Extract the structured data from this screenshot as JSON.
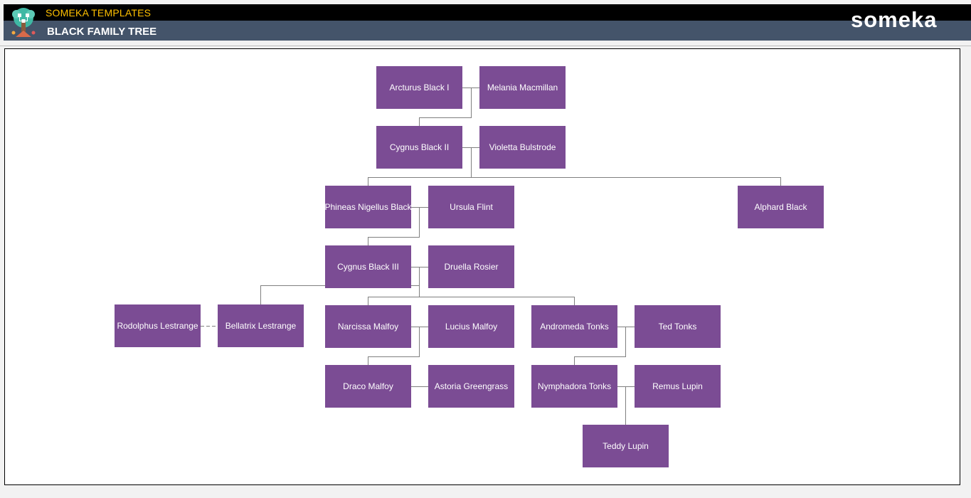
{
  "header": {
    "templates_label": "SOMEKA TEMPLATES",
    "title": "BLACK FAMILY TREE",
    "brand": "someka",
    "logo_icon": "family-tree-icon",
    "top_bar_color": "#000000",
    "title_bar_color": "#44546a",
    "accent_color": "#ffc000"
  },
  "tree": {
    "box_color": "#7b4c94",
    "line_color": "#7f7f7f",
    "people": {
      "arcturus": "Arcturus Black I",
      "melania": "Melania Macmillan",
      "cygnus2": "Cygnus Black II",
      "violetta": "Violetta Bulstrode",
      "phineas": "Phineas Nigellus Black",
      "ursula": "Ursula Flint",
      "alphard": "Alphard Black",
      "cygnus3": "Cygnus Black III",
      "druella": "Druella Rosier",
      "rodolphus": "Rodolphus Lestrange",
      "bellatrix": "Bellatrix Lestrange",
      "narcissa": "Narcissa Malfoy",
      "lucius": "Lucius Malfoy",
      "andromeda": "Andromeda Tonks",
      "ted": "Ted Tonks",
      "draco": "Draco Malfoy",
      "astoria": "Astoria Greengrass",
      "nymphadora": "Nymphadora Tonks",
      "remus": "Remus Lupin",
      "teddy": "Teddy Lupin"
    }
  }
}
